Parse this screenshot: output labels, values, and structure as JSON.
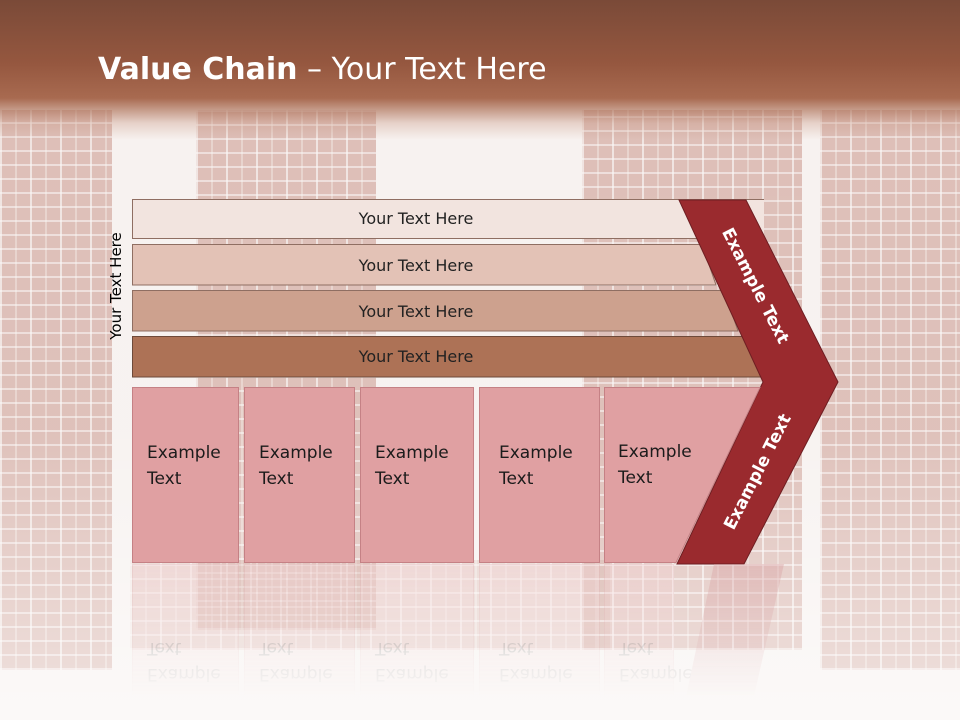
{
  "slide": {
    "title_bold": "Value Chain",
    "title_rest": " – Your Text Here",
    "side_label": "Your Text Here"
  },
  "banners": [
    {
      "label": "Your Text Here",
      "color": "#f2e4df"
    },
    {
      "label": "Your Text Here",
      "color": "#e3c2b6"
    },
    {
      "label": "Your Text Here",
      "color": "#cda18e"
    },
    {
      "label": "Your Text Here",
      "color": "#ad7256"
    }
  ],
  "cells": [
    {
      "line1": "Example",
      "line2": "Text"
    },
    {
      "line1": "Example",
      "line2": "Text"
    },
    {
      "line1": "Example",
      "line2": "Text"
    },
    {
      "line1": "Example",
      "line2": "Text"
    },
    {
      "line1": "Example",
      "line2": "Text"
    }
  ],
  "chevron": {
    "upper_label": "Example Text",
    "lower_label": "Example Text",
    "color": "#9a2a2e"
  }
}
